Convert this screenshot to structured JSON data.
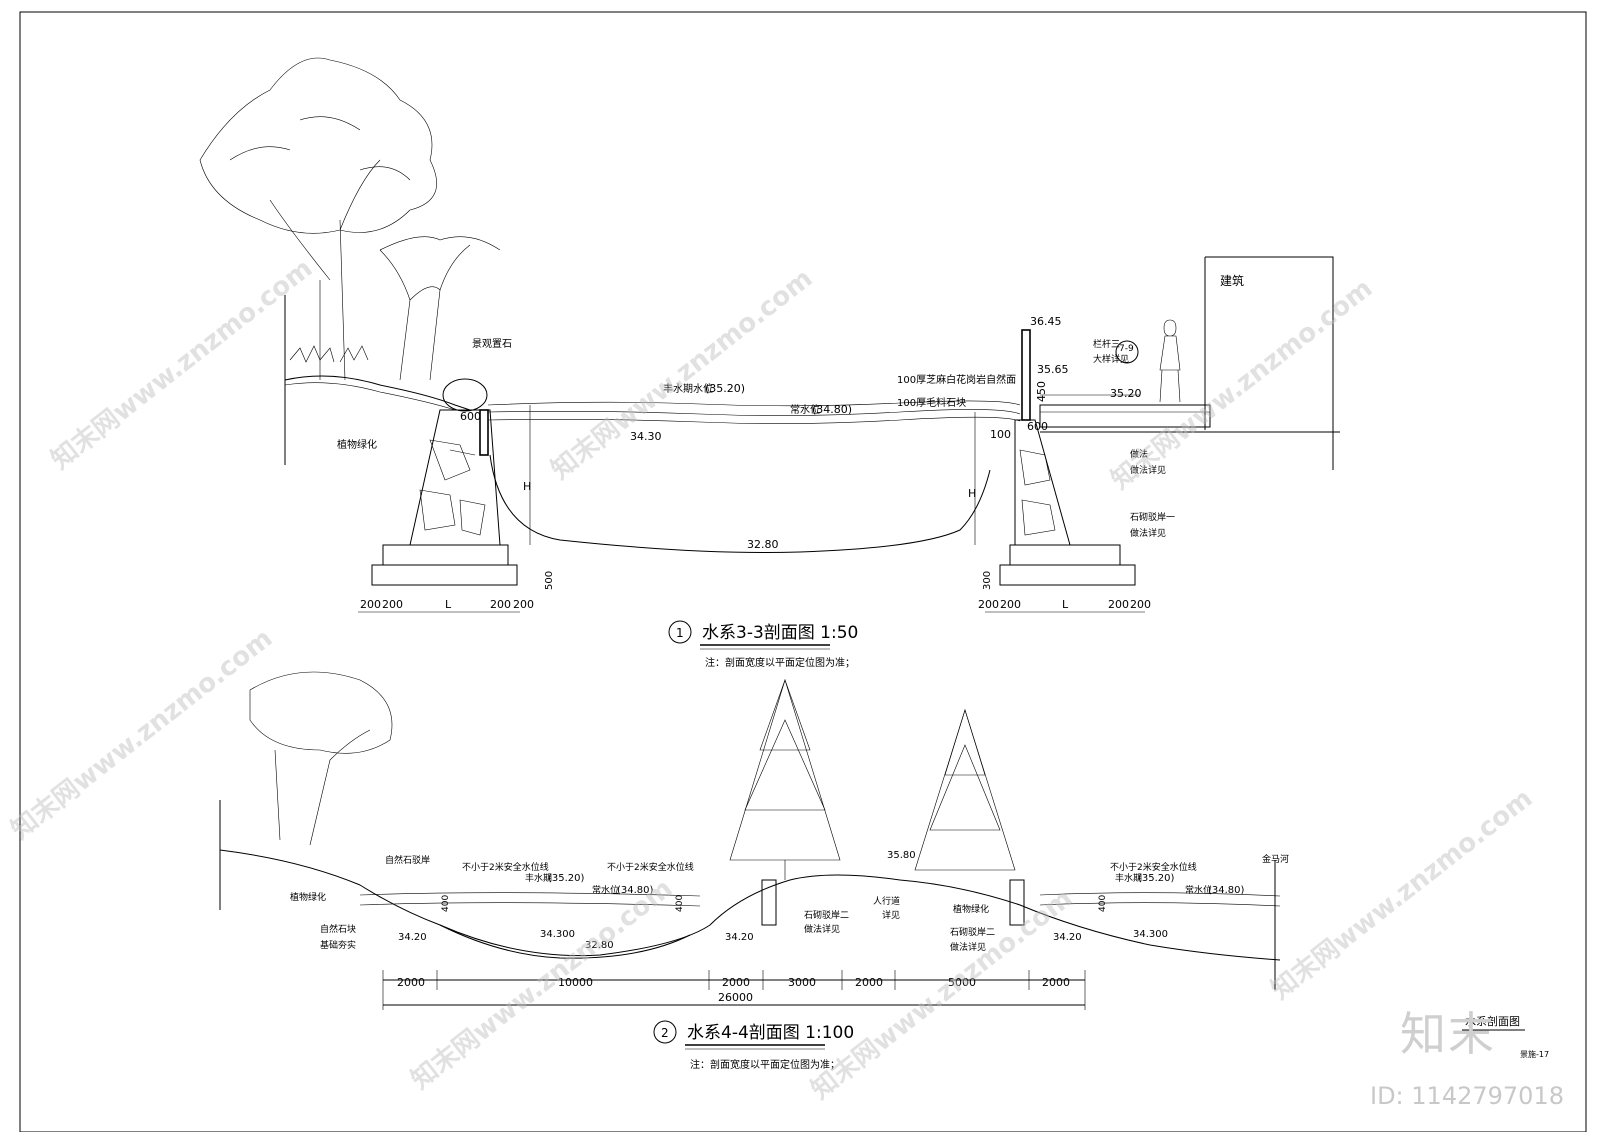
{
  "section1": {
    "number": "1",
    "title": "水系3-3剖面图  1:50",
    "note": "注：剖面宽度以平面定位图为准；",
    "labels": {
      "landscape_stone": "景观置石",
      "planting": "植物绿化",
      "high_water": "丰水期水位",
      "high_water_val": "(35.20)",
      "normal_water": "常水位",
      "normal_water_val": "(34.80)",
      "lev_3430": "34.30",
      "lev_3280": "32.80",
      "lev_3645": "36.45",
      "lev_3565": "35.65",
      "lev_3520": "35.20",
      "granite": "100厚芝麻白花岗岩自然面",
      "stone_block": "100厚毛料石块",
      "railing": "栏杆三",
      "railing_ref": "大样详见",
      "detail_num": "7-9",
      "building": "建筑",
      "paving": "做法",
      "paving_ref": "做法详见",
      "bank": "石砌驳岸一",
      "bank_ref": "做法详见",
      "H": "H",
      "L": "L",
      "d600": "600",
      "d300": "300",
      "d100": "100",
      "d450": "450",
      "d500": "500",
      "d200": "200"
    }
  },
  "section2": {
    "number": "2",
    "title": "水系4-4剖面图  1:100",
    "note": "注：剖面宽度以平面定位图为准；",
    "labels": {
      "natural_bank": "自然石驳岸",
      "planting": "植物绿化",
      "natural_stone": "自然石块",
      "foundation": "基础夯实",
      "safety1": "不小于2米安全水位线",
      "safety2": "不小于2米安全水位线",
      "safety3": "不小于2米安全水位线",
      "high_water": "丰水期",
      "high_val": "(35.20)",
      "normal_water": "常水位",
      "normal_val": "(34.80)",
      "lev_3420": "34.20",
      "lev_34300": "34.300",
      "lev_3280": "32.80",
      "lev_3580": "35.80",
      "bank2": "石砌驳岸二",
      "bank2_ref": "做法详见",
      "walkway": "人行道",
      "walkway_ref": "详见",
      "planting2": "植物绿化",
      "river": "金马河",
      "d400": "400"
    },
    "dimensions": [
      "2000",
      "10000",
      "2000",
      "3000",
      "2000",
      "5000",
      "2000"
    ],
    "total": "26000"
  },
  "title_block": {
    "sheet_title": "水系剖面图",
    "sheet_no": "景施-17"
  },
  "watermark": {
    "brand": "知末",
    "id": "ID: 1142797018",
    "pattern": "知末网www.znzmo.com"
  }
}
